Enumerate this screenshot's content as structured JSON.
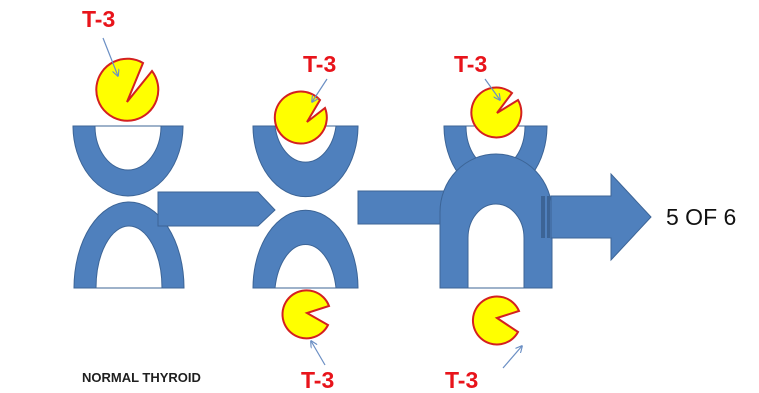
{
  "labels": {
    "t3_stage1_top": "T-3",
    "t3_stage2_top": "T-3",
    "t3_stage3_top": "T-3",
    "t3_stage2_bottom": "T-3",
    "t3_stage3_bottom": "T-3"
  },
  "caption": "NORMAL THYROID",
  "step_counter": "5 OF 6",
  "colors": {
    "receptor": "#4f80bd",
    "receptor_edge": "#3c6496",
    "hormone_fill": "#ffff00",
    "hormone_edge": "#d42020",
    "label_red": "#e8141b",
    "pointer_line": "#6b8fc4"
  }
}
